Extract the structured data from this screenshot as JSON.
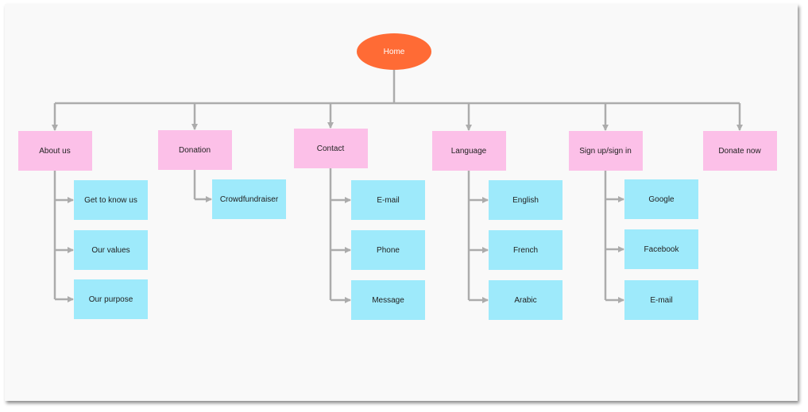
{
  "diagram": {
    "colors": {
      "root": "#ff6b35",
      "section": "#fcc0e8",
      "leaf": "#9eeafb",
      "connector": "#acacac"
    },
    "root": {
      "label": "Home"
    },
    "sections": [
      {
        "label": "About us",
        "children": [
          {
            "label": "Get to know us"
          },
          {
            "label": "Our values"
          },
          {
            "label": "Our purpose"
          }
        ]
      },
      {
        "label": "Donation",
        "children": [
          {
            "label": "Crowdfundraiser"
          }
        ]
      },
      {
        "label": "Contact",
        "children": [
          {
            "label": "E-mail"
          },
          {
            "label": "Phone"
          },
          {
            "label": "Message"
          }
        ]
      },
      {
        "label": "Language",
        "children": [
          {
            "label": "English"
          },
          {
            "label": "French"
          },
          {
            "label": "Arabic"
          }
        ]
      },
      {
        "label": "Sign up/sign in",
        "children": [
          {
            "label": "Google"
          },
          {
            "label": "Facebook"
          },
          {
            "label": "E-mail"
          }
        ]
      },
      {
        "label": "Donate now",
        "children": []
      }
    ]
  }
}
